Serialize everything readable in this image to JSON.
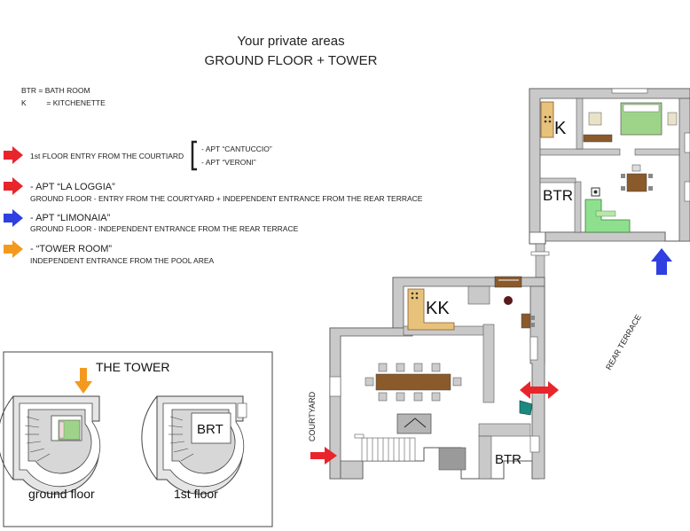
{
  "header": {
    "title_line1": "Your private areas",
    "title_line2": "GROUND  FLOOR + TOWER"
  },
  "abbreviations": [
    {
      "key": "BTR =",
      "value": "BATH ROOM"
    },
    {
      "key": "K",
      "eq": "=",
      "value": "KITCHENETTE"
    }
  ],
  "legend": {
    "first_floor": {
      "label": "1st FLOOR ENTRY FROM THE COURTIARD",
      "apt1": "- APT  “CANTUCCIO”",
      "apt2": "- APT  “VERONI”",
      "color": "#e8252b"
    },
    "loggia": {
      "title": "- APT “LA LOGGIA”",
      "desc": "GROUND FLOOR - ENTRY FROM THE COURTYARD + INDEPENDENT ENTRANCE FROM THE REAR TERRACE",
      "color": "#e8252b"
    },
    "limonaia": {
      "title": "- APT “LIMONAIA”",
      "desc": "GROUND FLOOR  - INDEPENDENT ENTRANCE FROM THE REAR TERRACE",
      "color": "#2f3fe0"
    },
    "tower_room": {
      "title": "- “TOWER ROOM”",
      "desc": "INDEPENDENT ENTRANCE FROM THE POOL AREA",
      "color": "#f39a1e"
    }
  },
  "plan": {
    "upper_k": "K",
    "upper_btr": "BTR",
    "lower_kk": "KK",
    "lower_btr": "BTR",
    "courtyard": "COURTYARD",
    "rear_terrace": "REAR TERRACE"
  },
  "tower": {
    "title": "THE  TOWER",
    "ground_label": "ground  floor",
    "first_label": "1st  floor",
    "brt": "BRT"
  },
  "colors": {
    "wall": "#c9c9c9",
    "wall_stroke": "#555555",
    "wood": "#8a5a2b",
    "green": "#9ed489",
    "sofa": "#8ee08f",
    "kitchen": "#e7c27a"
  }
}
